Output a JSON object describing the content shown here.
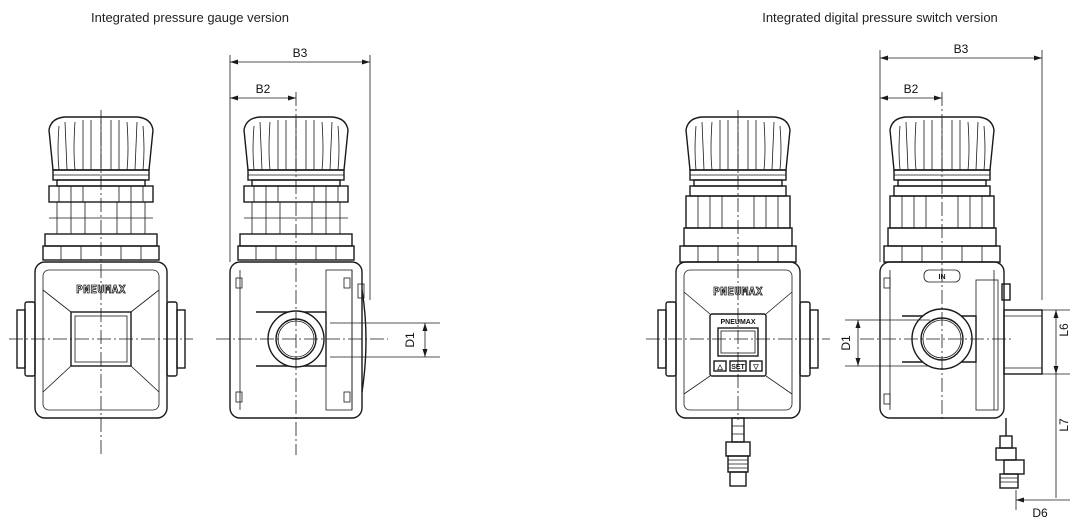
{
  "captions": {
    "left": "Integrated pressure gauge version",
    "right": "Integrated digital pressure switch version"
  },
  "brand": "PNEUMAX",
  "dimensions": {
    "b3": "B3",
    "b2": "B2",
    "d1": "D1",
    "l6": "L6",
    "l7": "L7",
    "d6": "D6"
  },
  "port_label": "IN",
  "switch_buttons": {
    "up": "△",
    "set": "SET",
    "down": "▽"
  }
}
